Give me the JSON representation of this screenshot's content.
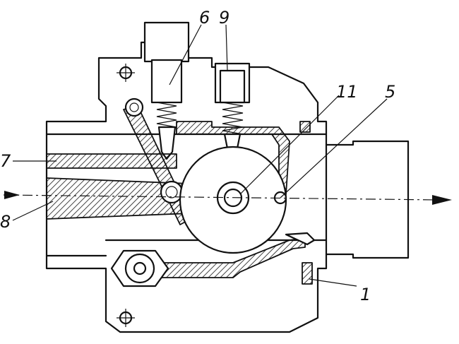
{
  "labels": {
    "l1": "1",
    "l5": "5",
    "l6": "6",
    "l7": "7",
    "l8": "8",
    "l9": "9",
    "l11": "11"
  }
}
